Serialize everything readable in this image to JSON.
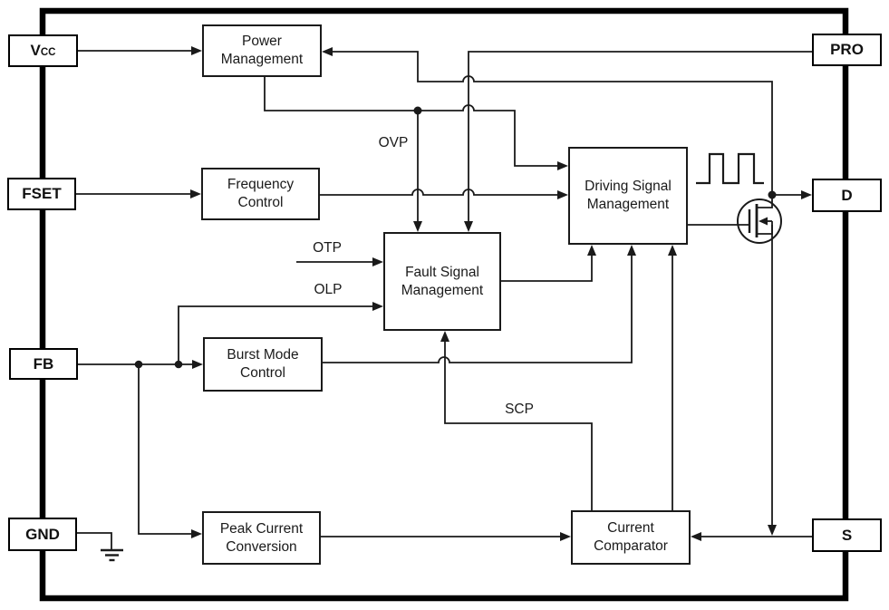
{
  "diagram_title": "",
  "pins": {
    "vcc": {
      "main": "V",
      "sub": "CC"
    },
    "fset": {
      "label": "FSET"
    },
    "fb": {
      "label": "FB"
    },
    "gnd": {
      "label": "GND"
    },
    "pro": {
      "label": "PRO"
    },
    "d": {
      "label": "D"
    },
    "s": {
      "label": "S"
    }
  },
  "blocks": {
    "power_management": {
      "label": "Power\nManagement"
    },
    "frequency_control": {
      "label": "Frequency\nControl"
    },
    "fault_signal_management": {
      "label": "Fault Signal\nManagement"
    },
    "driving_signal_management": {
      "label": "Driving Signal\nManagement"
    },
    "burst_mode_control": {
      "label": "Burst Mode\nControl"
    },
    "peak_current_conversion": {
      "label": "Peak Current\nConversion"
    },
    "current_comparator": {
      "label": "Current\nComparator"
    }
  },
  "signals": {
    "ovp": "OVP",
    "otp": "OTP",
    "olp": "OLP",
    "scp": "SCP"
  },
  "icons": {
    "mosfet": "n-channel-mosfet-symbol",
    "waveform": "pwm-pulse-waveform-icon",
    "ground": "ground-icon"
  },
  "colors": {
    "line": "#1a1a1a",
    "border": "#000000",
    "background": "#ffffff"
  }
}
